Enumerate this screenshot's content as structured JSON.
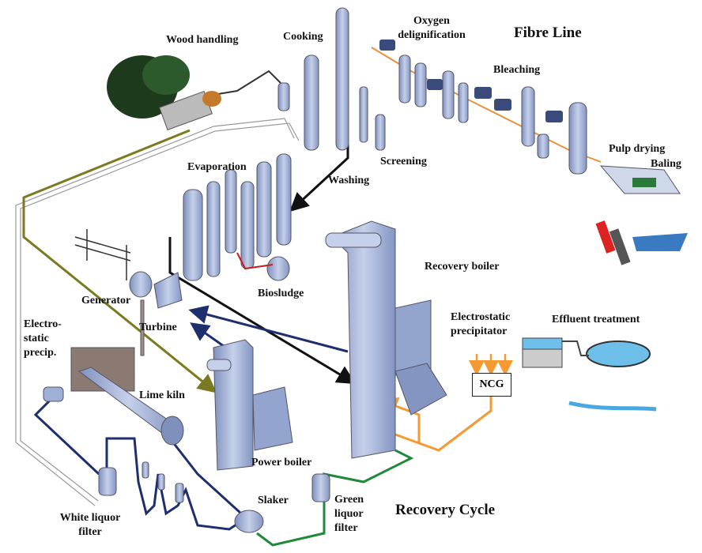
{
  "labels": {
    "wood_handling": "Wood handling",
    "cooking": "Cooking",
    "oxygen_delig_1": "Oxygen",
    "oxygen_delig_2": "delignification",
    "fibre_line": "Fibre Line",
    "bleaching": "Bleaching",
    "pulp_drying": "Pulp drying",
    "baling": "Baling",
    "screening": "Screening",
    "washing": "Washing",
    "evaporation": "Evaporation",
    "biosludge": "Biosludge",
    "recovery_boiler": "Recovery boiler",
    "generator": "Generator",
    "turbine": "Turbine",
    "esp_1": "Electrostatic",
    "esp_2": "precipitator",
    "effluent_treatment": "Effluent treatment",
    "ncg": "NCG",
    "kiln_esp_1": "Electro-",
    "kiln_esp_2": "static",
    "kiln_esp_3": "precip.",
    "lime_kiln": "Lime kiln",
    "power_boiler": "Power boiler",
    "slaker": "Slaker",
    "green_liquor_1": "Green",
    "green_liquor_2": "liquor",
    "green_liquor_3": "filter",
    "white_liquor_1": "White liquor",
    "white_liquor_2": "filter",
    "recovery_cycle": "Recovery Cycle"
  },
  "colors": {
    "equipment": "#9fb0d6",
    "fibre_pipe": "#e8903a",
    "white_liquor_pipe": "#1e2f6e",
    "black_liquor_pipe": "#111111",
    "green_liquor_pipe": "#1f8a3a",
    "wood_pipe": "#7a7a20",
    "ncg_pipe": "#f59a32",
    "effluent_water": "#4aa8e0"
  }
}
